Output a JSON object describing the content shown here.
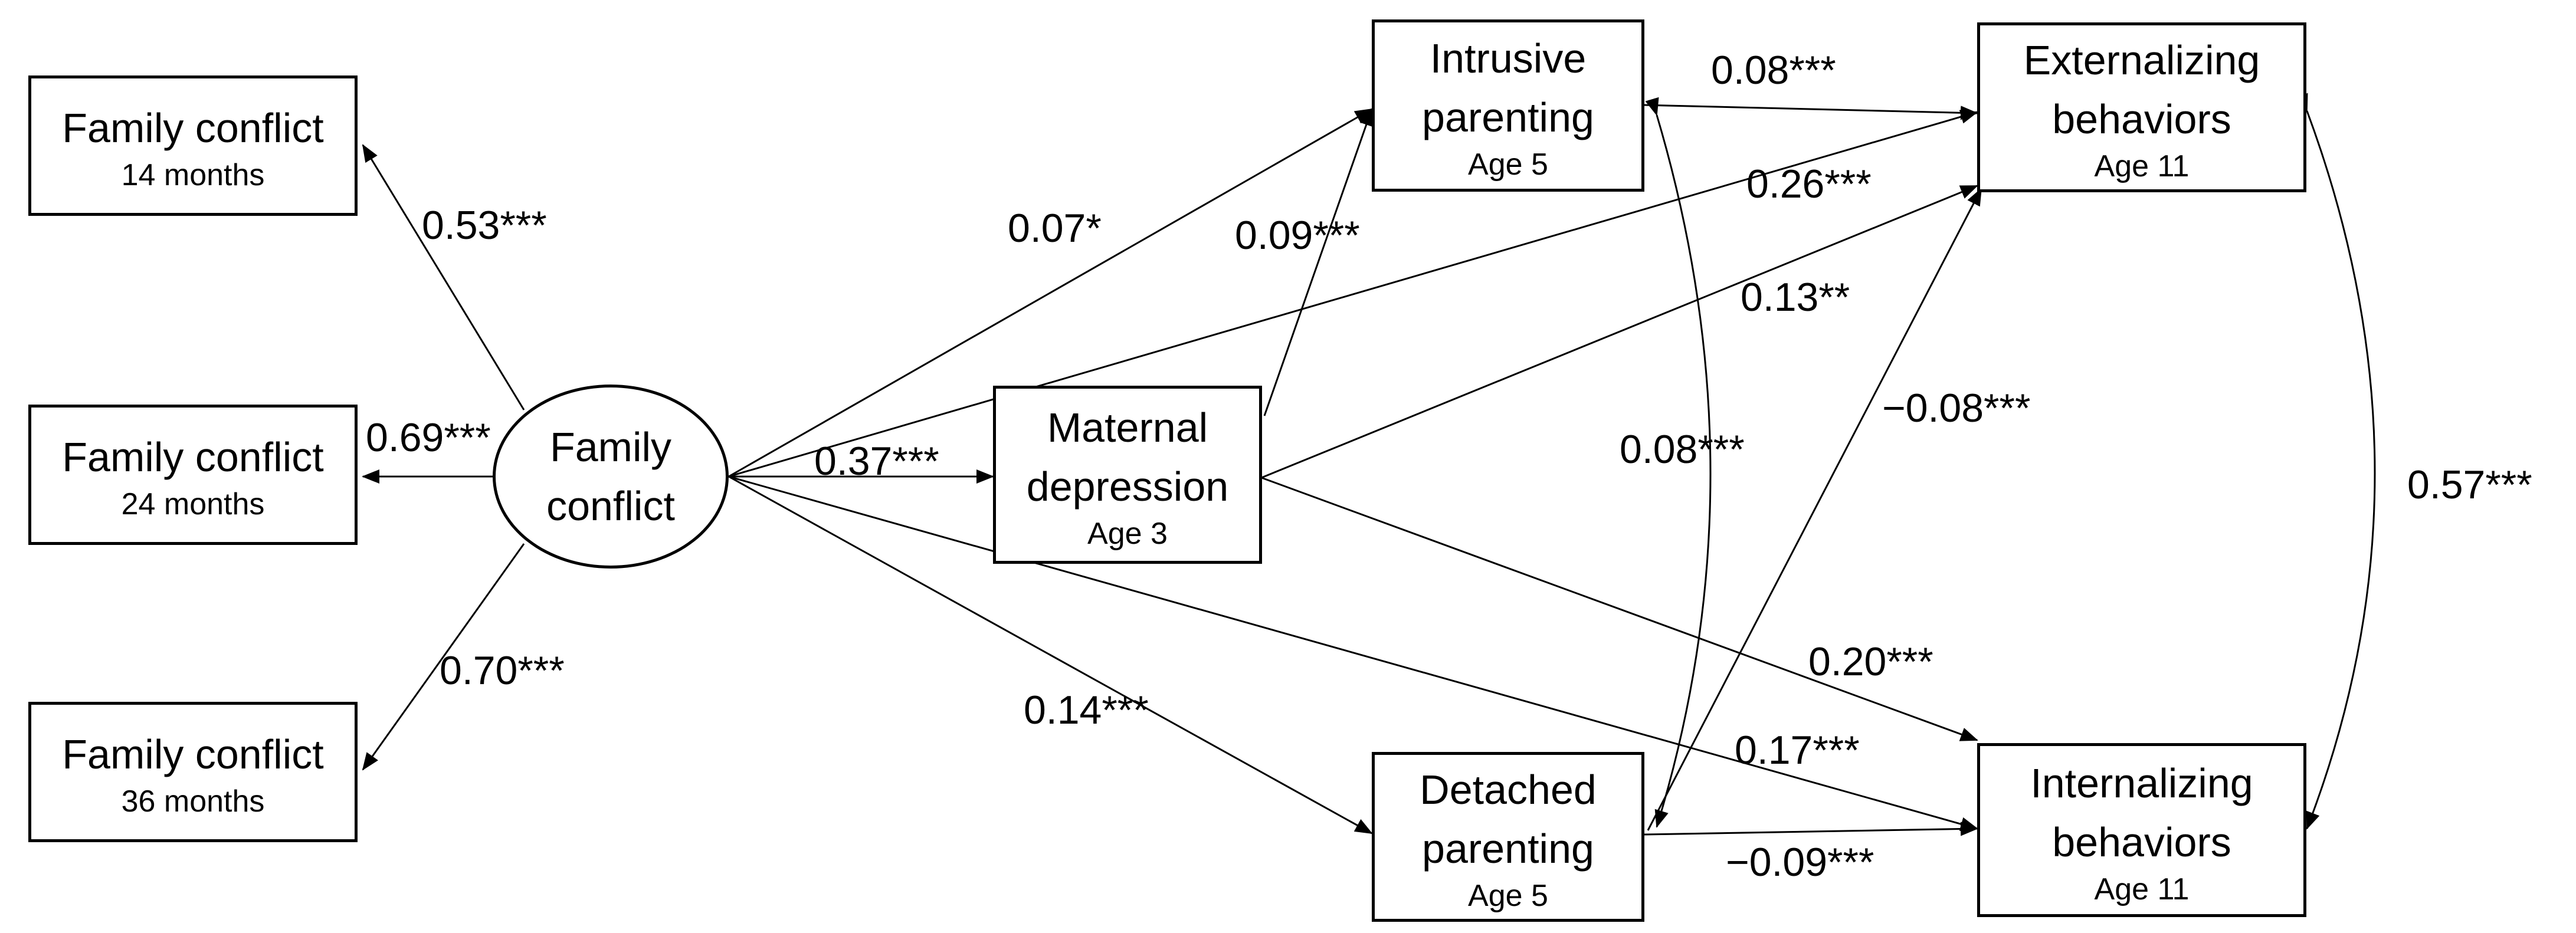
{
  "colors": {
    "line": "#000000",
    "background": "#ffffff"
  },
  "nodes": {
    "fc14": {
      "title": "Family conflict",
      "sub": "14 months"
    },
    "fc24": {
      "title": "Family conflict",
      "sub": "24 months"
    },
    "fc36": {
      "title": "Family conflict",
      "sub": "36 months"
    },
    "latent": {
      "line1": "Family",
      "line2": "conflict"
    },
    "maternal": {
      "line1": "Maternal",
      "line2": "depression",
      "sub": "Age 3"
    },
    "intrusive": {
      "line1": "Intrusive",
      "line2": "parenting",
      "sub": "Age 5"
    },
    "detached": {
      "line1": "Detached",
      "line2": "parenting",
      "sub": "Age 5"
    },
    "external": {
      "line1": "Externalizing",
      "line2": "behaviors",
      "sub": "Age 11"
    },
    "internal": {
      "line1": "Internalizing",
      "line2": "behaviors",
      "sub": "Age 11"
    }
  },
  "coefficients": {
    "fc_to_fc14": "0.53***",
    "fc_to_fc24": "0.69***",
    "fc_to_fc36": "0.70***",
    "fc_to_intrusive": "0.07*",
    "maternal_to_intrusive": "0.09***",
    "fc_to_maternal": "0.37***",
    "fc_to_detached": "0.14***",
    "intrusive_to_external": "0.08***",
    "fc_to_external": "0.26***",
    "maternal_to_external": "0.13**",
    "detached_to_external": "−0.08***",
    "intrusive_detached_cov": "0.08***",
    "external_internal_cov": "0.57***",
    "maternal_to_internal": "0.20***",
    "fc_to_internal": "0.17***",
    "detached_to_internal": "−0.09***"
  }
}
